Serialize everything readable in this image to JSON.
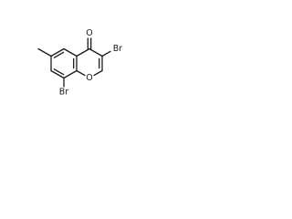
{
  "molecule": {
    "atoms": {
      "carbonyl_o": "O",
      "ring_o": "O",
      "br3": "Br",
      "br8": "Br"
    }
  }
}
